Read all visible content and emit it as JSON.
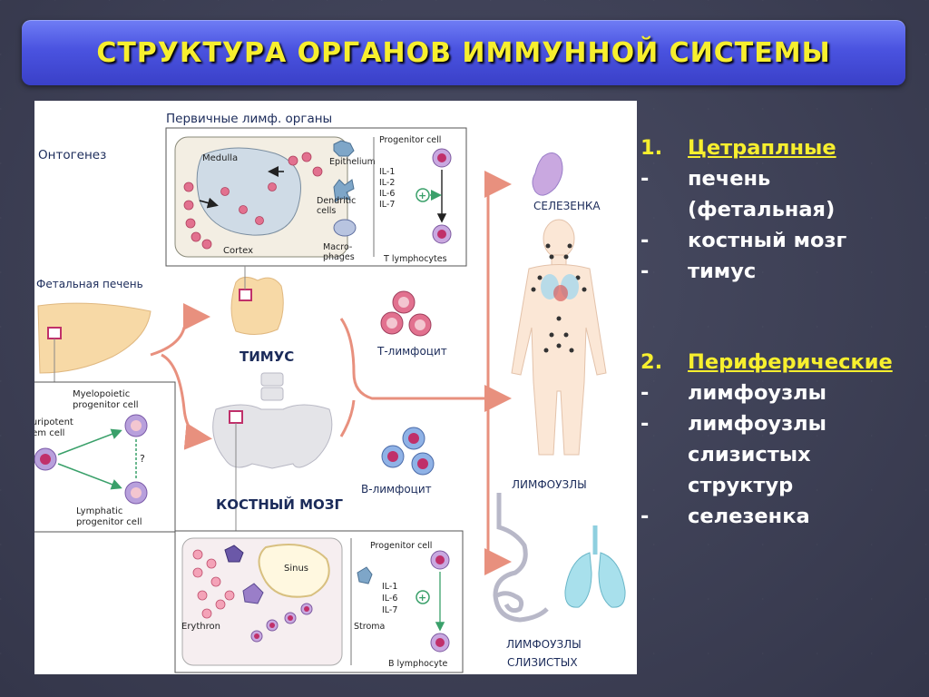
{
  "title": "СТРУКТУРА ОРГАНОВ ИММУННОЙ СИСТЕМЫ",
  "figure": {
    "primary_organs": "Первичные лимф. органы",
    "ontogenesis": "Онтогенез",
    "fetal_liver": "Фетальная печень",
    "thymus": "ТИМУС",
    "bone_marrow": "КОСТНЫЙ МОЗГ",
    "t_lymphocyte": "Т-лимфоцит",
    "b_lymphocyte": "В-лимфоцит",
    "spleen": "СЕЛЕЗЕНКА",
    "lymph_nodes": "ЛИМФОУЗЛЫ",
    "mucosal_nodes_1": "ЛИМФОУЗЛЫ",
    "mucosal_nodes_2": "СЛИЗИСТЫХ",
    "thymus_inset": {
      "medulla": "Medulla",
      "cortex": "Cortex",
      "progenitor": "Progenitor cell",
      "epithelium": "Epithelium",
      "dendritic_1": "Dendritic",
      "dendritic_2": "cells",
      "macro_1": "Macro-",
      "macro_2": "phages",
      "il1": "IL-1",
      "il2": "IL-2",
      "il6": "IL-6",
      "il7": "IL-7",
      "t_lymphocytes": "T lymphocytes"
    },
    "liver_inset": {
      "myelo_1": "Myelopoietic",
      "myelo_2": "progenitor cell",
      "pluri_1": "Pluripotent",
      "pluri_2": "stem cell",
      "lymph_1": "Lymphatic",
      "lymph_2": "progenitor cell",
      "question": "?"
    },
    "marrow_inset": {
      "sinus": "Sinus",
      "progenitor": "Progenitor cell",
      "il1": "IL-1",
      "il6": "IL-6",
      "il7": "IL-7",
      "stroma": "Stroma",
      "erythron": "Erythron",
      "b_lymphocyte": "B lymphocyte"
    }
  },
  "list": [
    {
      "marker": "1.",
      "text": "Цетраплные",
      "style": "head"
    },
    {
      "marker": "-",
      "text": "печень",
      "style": "item"
    },
    {
      "marker": "",
      "text": "(фетальная)",
      "style": "item"
    },
    {
      "marker": "-",
      "text": "костный мозг",
      "style": "item"
    },
    {
      "marker": "-",
      "text": "тимус",
      "style": "item"
    },
    {
      "marker": "2.",
      "text": "Периферические",
      "style": "head"
    },
    {
      "marker": "-",
      "text": "лимфоузлы",
      "style": "item"
    },
    {
      "marker": "-",
      "text": "лимфоузлы",
      "style": "item"
    },
    {
      "marker": "",
      "text": "слизистых",
      "style": "item"
    },
    {
      "marker": "",
      "text": "структур",
      "style": "item"
    },
    {
      "marker": "-",
      "text": "селезенка",
      "style": "item"
    }
  ],
  "colors": {
    "title_bg": "#4a53e0",
    "title_text": "#f7ef2e",
    "arrow": "#e8907e",
    "organ_fill": "#f7d9a6",
    "cell_fill": "#e2718f",
    "body_fill": "#fbe7d6"
  }
}
